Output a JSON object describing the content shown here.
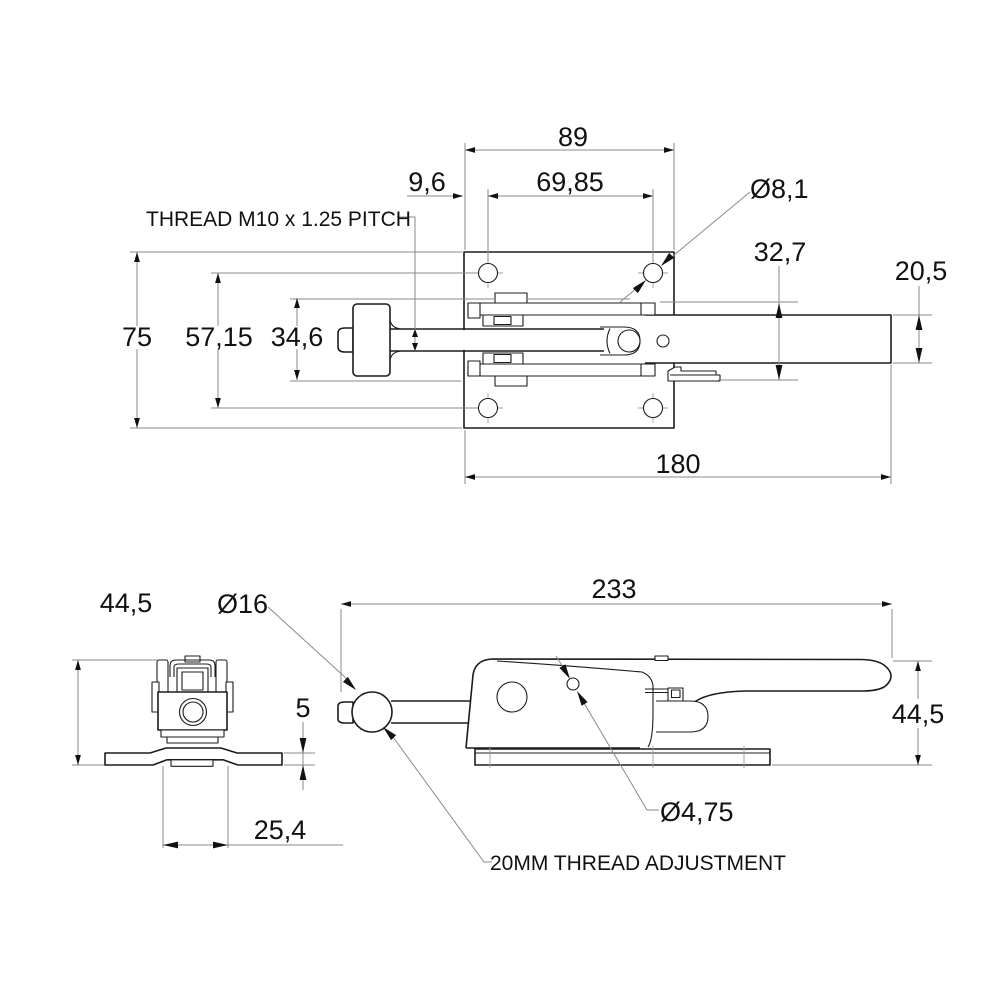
{
  "colors": {
    "outline": "#1c1c1c",
    "dimension_line": "#8a8a8a",
    "arrow": "#111111",
    "background": "#ffffff"
  },
  "notes": {
    "thread": "THREAD M10 x 1.25 PITCH",
    "adjustment": "20MM THREAD ADJUSTMENT"
  },
  "top_view": {
    "plate_width": "89",
    "edge_to_hole": "9,6",
    "hole_spacing_h": "69,85",
    "hole_dia": "Ø8,1",
    "latch_depth": "32,7",
    "bar_width": "20,5",
    "plate_height": "75",
    "hole_spacing_v": "57,15",
    "ubolt_width": "34,6",
    "overall_length": "180"
  },
  "front_view": {
    "height": "44,5",
    "knob_dia": "Ø16",
    "plate_thickness": "5",
    "hole_spacing": "25,4"
  },
  "side_view": {
    "overall_length": "233",
    "height": "44,5",
    "hole_dia": "Ø4,75"
  }
}
